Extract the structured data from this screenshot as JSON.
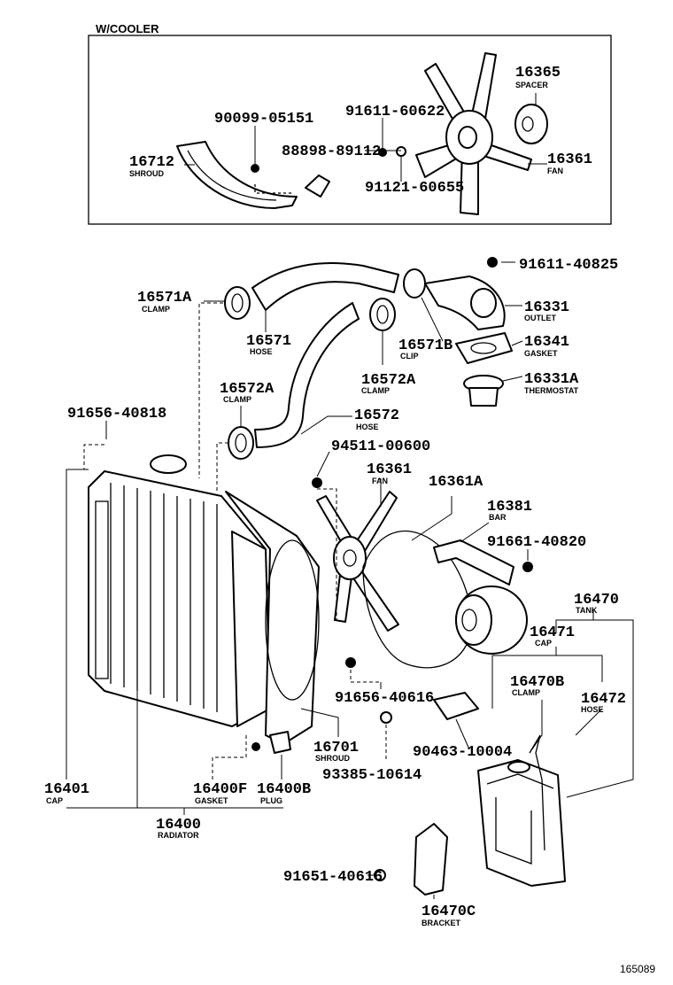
{
  "header": {
    "variant": "W/COOLER"
  },
  "diagram_code": "165089",
  "callouts": [
    {
      "id": "c16365",
      "number": "16365",
      "name": "SPACER"
    },
    {
      "id": "c90099",
      "number": "90099-05151",
      "name": ""
    },
    {
      "id": "c91611a",
      "number": "91611-60622",
      "name": ""
    },
    {
      "id": "c88898",
      "number": "88898-89112",
      "name": ""
    },
    {
      "id": "c16712",
      "number": "16712",
      "name": "SHROUD"
    },
    {
      "id": "c16361top",
      "number": "16361",
      "name": "FAN"
    },
    {
      "id": "c91121",
      "number": "91121-60655",
      "name": ""
    },
    {
      "id": "c91611b",
      "number": "91611-40825",
      "name": ""
    },
    {
      "id": "c16571A",
      "number": "16571A",
      "name": "CLAMP"
    },
    {
      "id": "c16331",
      "number": "16331",
      "name": "OUTLET"
    },
    {
      "id": "c16571",
      "number": "16571",
      "name": "HOSE"
    },
    {
      "id": "c16571B",
      "number": "16571B",
      "name": "CLIP"
    },
    {
      "id": "c16341",
      "number": "16341",
      "name": "GASKET"
    },
    {
      "id": "c16572A1",
      "number": "16572A",
      "name": "CLAMP"
    },
    {
      "id": "c16331A",
      "number": "16331A",
      "name": "THERMOSTAT"
    },
    {
      "id": "c16572A2",
      "number": "16572A",
      "name": "CLAMP"
    },
    {
      "id": "c91656a",
      "number": "91656-40818",
      "name": ""
    },
    {
      "id": "c16572",
      "number": "16572",
      "name": "HOSE"
    },
    {
      "id": "c94511",
      "number": "94511-00600",
      "name": ""
    },
    {
      "id": "c16361",
      "number": "16361",
      "name": "FAN"
    },
    {
      "id": "c16361A",
      "number": "16361A",
      "name": ""
    },
    {
      "id": "c16381",
      "number": "16381",
      "name": "BAR"
    },
    {
      "id": "c91661",
      "number": "91661-40820",
      "name": ""
    },
    {
      "id": "c16470",
      "number": "16470",
      "name": "TANK"
    },
    {
      "id": "c16471",
      "number": "16471",
      "name": "CAP"
    },
    {
      "id": "c16470B",
      "number": "16470B",
      "name": "CLAMP"
    },
    {
      "id": "c16472",
      "number": "16472",
      "name": "HOSE"
    },
    {
      "id": "c91656b",
      "number": "91656-40616",
      "name": ""
    },
    {
      "id": "c16701",
      "number": "16701",
      "name": "SHROUD"
    },
    {
      "id": "c90463",
      "number": "90463-10004",
      "name": ""
    },
    {
      "id": "c93385",
      "number": "93385-10614",
      "name": ""
    },
    {
      "id": "c16401",
      "number": "16401",
      "name": "CAP"
    },
    {
      "id": "c16400F",
      "number": "16400F",
      "name": "GASKET"
    },
    {
      "id": "c16400B",
      "number": "16400B",
      "name": "PLUG"
    },
    {
      "id": "c16400",
      "number": "16400",
      "name": "RADIATOR"
    },
    {
      "id": "c91651",
      "number": "91651-40616",
      "name": ""
    },
    {
      "id": "c16470C",
      "number": "16470C",
      "name": "BRACKET"
    }
  ]
}
